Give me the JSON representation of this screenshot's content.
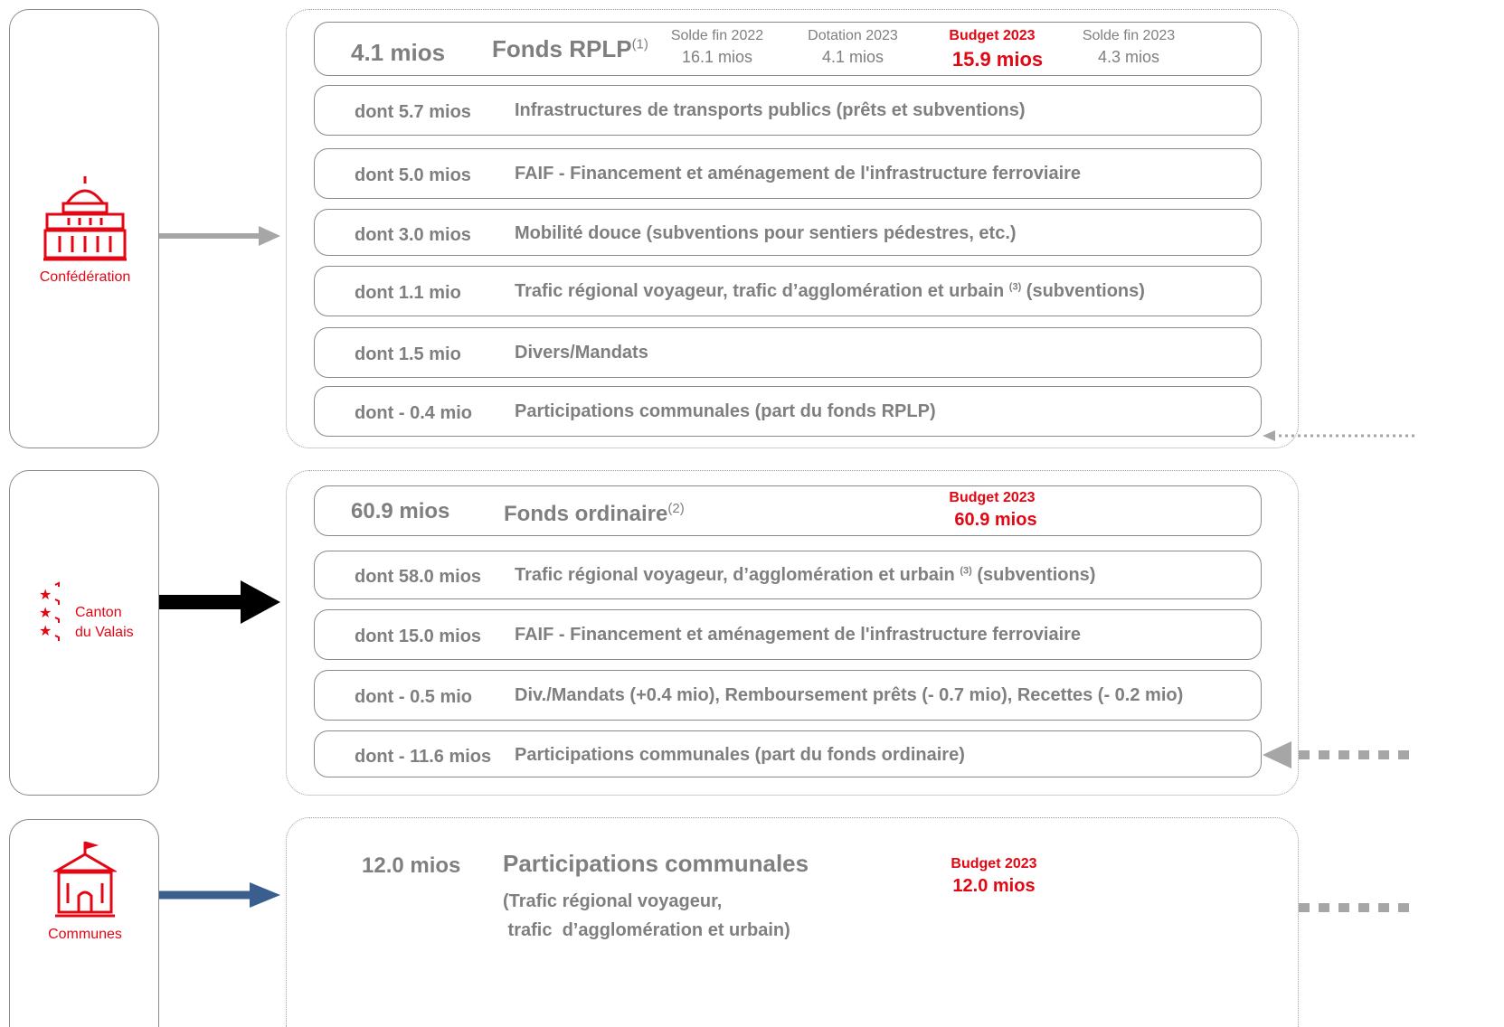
{
  "confederation": {
    "label": "Confédération",
    "icon": "federal-palace-icon",
    "fund_header": {
      "amount": "4.1 mios",
      "title": "Fonds RPLP",
      "title_note": "(1)",
      "balance_end_2022_label": "Solde fin 2022",
      "balance_end_2022_value": "16.1 mios",
      "allocation_2023_label": "Dotation 2023",
      "allocation_2023_value": "4.1 mios",
      "budget_2023_label": "Budget 2023",
      "budget_2023_value": "15.9 mios",
      "balance_end_2023_label": "Solde fin 2023",
      "balance_end_2023_value": "4.3 mios"
    },
    "rows": [
      {
        "amount": "dont 5.7 mios",
        "description": "Infrastructures de transports publics (prêts et subventions)"
      },
      {
        "amount": "dont 5.0 mios",
        "description": "FAIF - Financement et aménagement de l'infrastructure ferroviaire"
      },
      {
        "amount": "dont 3.0 mios",
        "description": "Mobilité douce (subventions pour sentiers pédestres, etc.)"
      },
      {
        "amount": "dont 1.1 mio",
        "description_before": "Trafic régional voyageur, trafic  d’agglomération et urbain ",
        "note": "(3)",
        "description_after": " (subventions)"
      },
      {
        "amount": "dont 1.5 mio",
        "description": "Divers/Mandats"
      },
      {
        "amount": "dont - 0.4 mio",
        "description": "Participations communales (part du fonds RPLP)"
      }
    ]
  },
  "canton": {
    "label_line1": "Canton",
    "label_line2": "du Valais",
    "icon": "valais-stars-icon",
    "fund_header": {
      "amount": "60.9 mios",
      "title": "Fonds ordinaire",
      "title_note": "(2)",
      "budget_2023_label": "Budget 2023",
      "budget_2023_value": "60.9 mios"
    },
    "rows": [
      {
        "amount": "dont 58.0 mios",
        "description_before": "Trafic régional voyageur, d’agglomération et urbain ",
        "note": "(3)",
        "description_after": " (subventions)"
      },
      {
        "amount": "dont 15.0 mios",
        "description": "FAIF - Financement et aménagement de l'infrastructure ferroviaire"
      },
      {
        "amount": "dont - 0.5 mio",
        "description": "Div./Mandats (+0.4 mio), Remboursement prêts (- 0.7 mio), Recettes (- 0.2 mio)"
      },
      {
        "amount": "dont - 11.6 mios",
        "description": "Participations communales (part du fonds ordinaire)"
      }
    ]
  },
  "communes": {
    "label": "Communes",
    "icon": "town-hall-icon",
    "amount": "12.0 mios",
    "title": "Participations communales",
    "subtitle_line1": "(Trafic régional voyageur,",
    "subtitle_line2": " trafic  d’agglomération et urbain)",
    "budget_2023_label": "Budget 2023",
    "budget_2023_value": "12.0 mios"
  },
  "colors": {
    "red": "#e30613",
    "gray_text": "#7f7f7f",
    "confederation_arrow": "#a6a6a6",
    "canton_arrow": "#000000",
    "communes_arrow": "#3a5f8f",
    "dotted_arrow": "#a6a6a6"
  }
}
